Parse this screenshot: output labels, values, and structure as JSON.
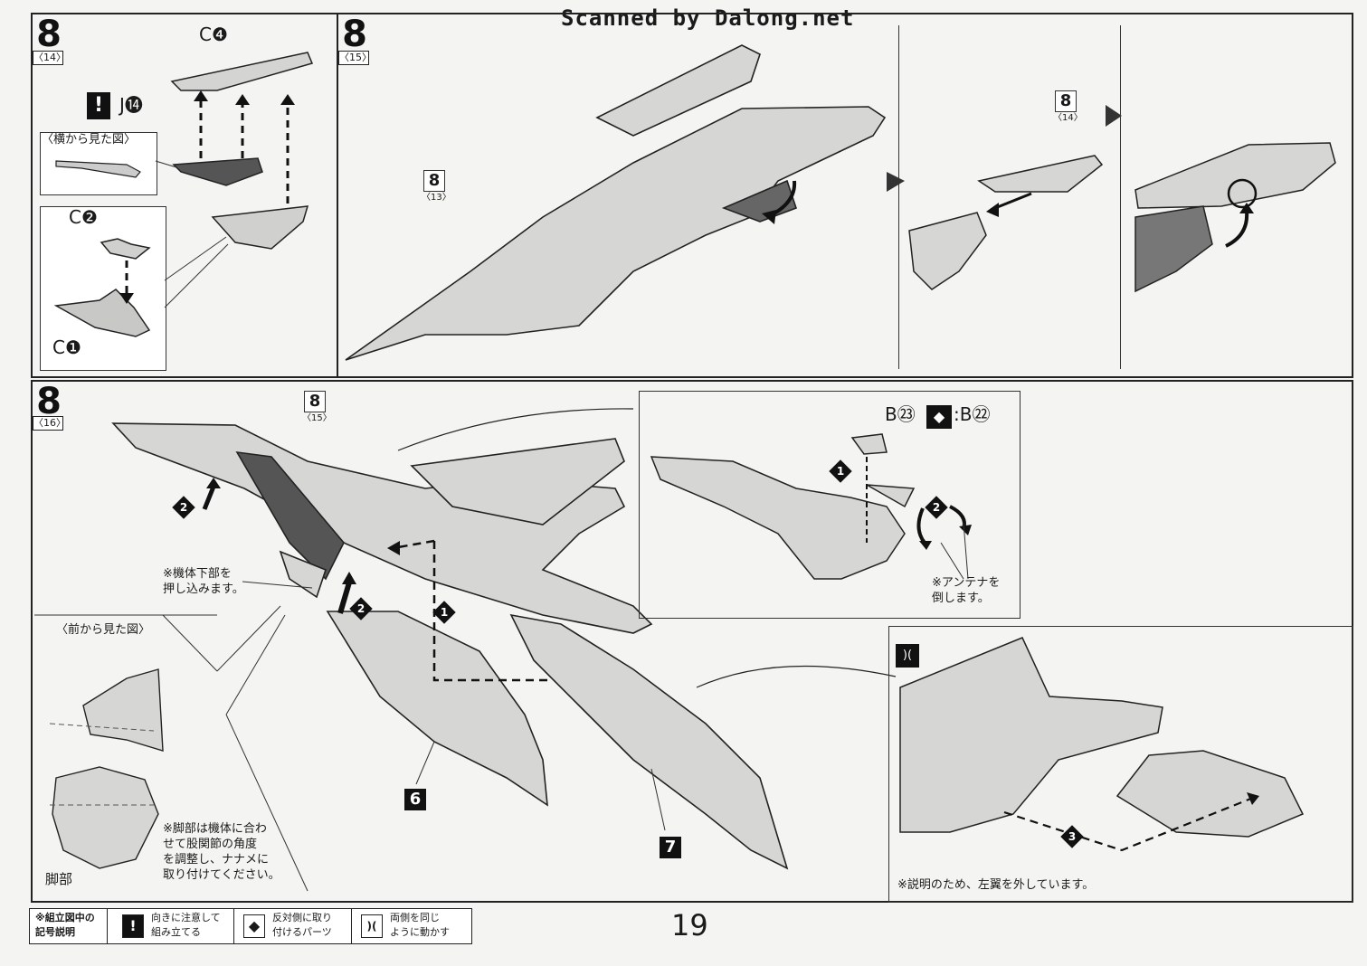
{
  "header": {
    "watermark": "Scanned by Dalong.net"
  },
  "step_a": {
    "number": "8",
    "ref": "〈14〉",
    "labels": {
      "c4": "C❹",
      "j14": "J⓮",
      "side_view": "〈横から見た図〉",
      "c2": "C❷",
      "c1": "C❶"
    }
  },
  "step_b": {
    "number": "8",
    "ref": "〈15〉",
    "inner_ref_1": {
      "number": "8",
      "ref": "〈13〉"
    },
    "inner_ref_2": {
      "number": "8",
      "ref": "〈14〉"
    }
  },
  "step_c": {
    "number": "8",
    "ref": "〈16〉",
    "inner_ref": {
      "number": "8",
      "ref": "〈15〉"
    },
    "labels": {
      "underside_note": "※機体下部を\n押し込みます。",
      "front_view": "〈前から見た図〉",
      "leg_note": "※脚部は機体に合わ\nせて股関節の角度\nを調整し、ナナメに\n取り付けてください。",
      "leg": "脚部",
      "antenna_note": "※アンテナを\n倒します。",
      "b23": "B㉓",
      "b22": ":B㉒",
      "wing_note": "※説明のため、左翼を外しています。",
      "part6": "6",
      "part7": "7",
      "mark1": "1",
      "mark2": "2",
      "mark3": "3"
    }
  },
  "legend": {
    "title": "※組立図中の\n記号説明",
    "items": [
      {
        "icon": "!",
        "text": "向きに注意して\n組み立てる"
      },
      {
        "icon": "◆",
        "text": "反対側に取り\n付けるパーツ"
      },
      {
        "icon": ")(",
        "text": "両側を同じ\nように動かす"
      }
    ]
  },
  "page_number": "19"
}
